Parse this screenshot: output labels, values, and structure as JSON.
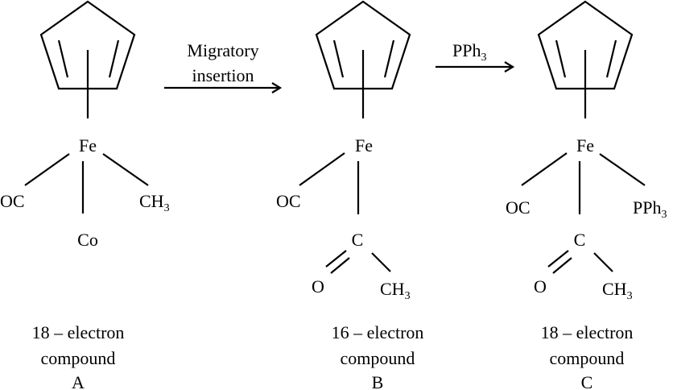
{
  "reaction": {
    "step1_label_line1": "Migratory",
    "step1_label_line2": "insertion",
    "step2_label": "PPh",
    "step2_label_sub": "3"
  },
  "compounds": [
    {
      "metal": "Fe",
      "ligands": {
        "left": "OC",
        "right": "CH",
        "right_sub": "3",
        "bottom": "Co"
      },
      "caption": [
        "18 – electron",
        "compound",
        "A"
      ]
    },
    {
      "metal": "Fe",
      "ligands": {
        "left": "OC",
        "acyl_c": "C",
        "acyl_o": "O",
        "acyl_me": "CH",
        "acyl_me_sub": "3"
      },
      "caption": [
        "16 – electron",
        "compound",
        "B"
      ]
    },
    {
      "metal": "Fe",
      "ligands": {
        "left": "OC",
        "right": "PPh",
        "right_sub": "3",
        "acyl_c": "C",
        "acyl_o": "O",
        "acyl_me": "CH",
        "acyl_me_sub": "3"
      },
      "caption": [
        "18 – electron",
        "compound",
        "C"
      ]
    }
  ]
}
